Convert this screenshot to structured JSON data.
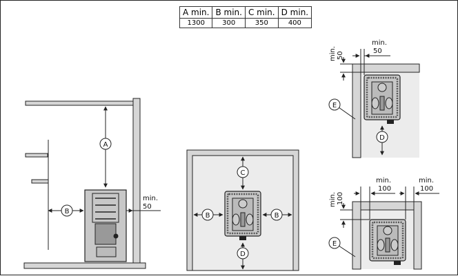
{
  "table": {
    "headers": [
      "A min.",
      "B min.",
      "C min.",
      "D min."
    ],
    "values": [
      "1300",
      "300",
      "350",
      "400"
    ]
  },
  "labels": {
    "a": "A",
    "b": "B",
    "c": "C",
    "d": "D",
    "e": "E",
    "min": "min.",
    "v50": "50",
    "v100": "100"
  },
  "colors": {
    "wall_fill": "#d6d6d6",
    "room_fill": "#ececec",
    "heater_fill": "#c8c8c8",
    "line": "#222222"
  }
}
